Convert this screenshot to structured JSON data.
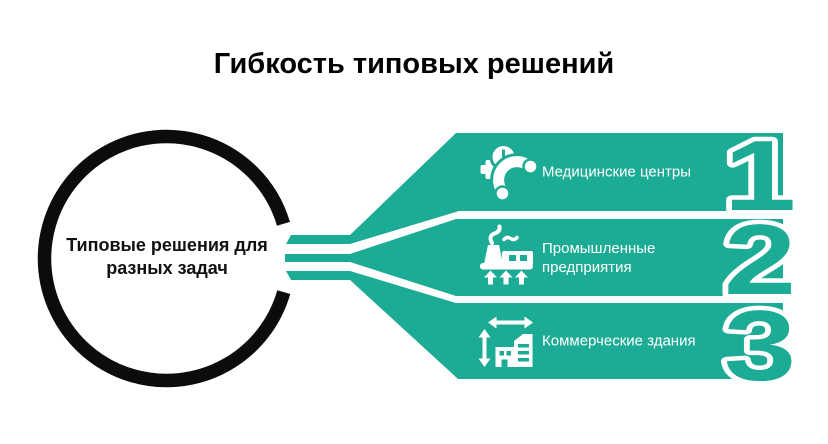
{
  "title": "Гибкость типовых решений",
  "hub": {
    "label": "Типовые решения для разных задач"
  },
  "items": [
    {
      "number": "1",
      "label": "Медицинские центры",
      "icon": "medical-phone-icon"
    },
    {
      "number": "2",
      "label": "Промышленные предприятия",
      "icon": "factory-icon"
    },
    {
      "number": "3",
      "label": "Коммерческие здания",
      "icon": "building-measure-icon"
    }
  ],
  "colors": {
    "teal": "#1CAB94",
    "ring_black": "#0c0c0c",
    "title_black": "#000000",
    "label_white": "#ffffff"
  }
}
